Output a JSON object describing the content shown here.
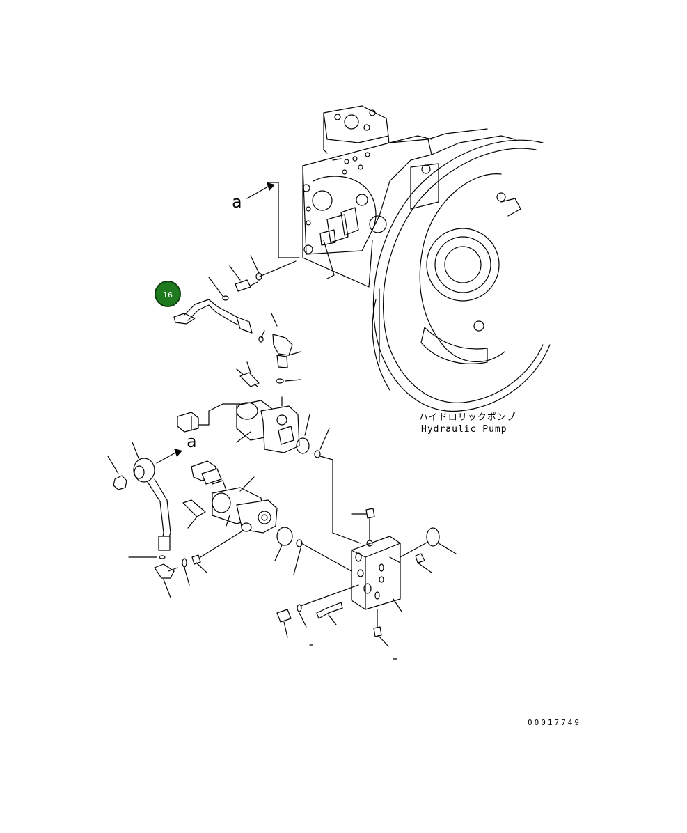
{
  "labels": {
    "view_marker_top": "a",
    "view_marker_mid": "a",
    "pump_label_jp": "ハイドロリックポンプ",
    "pump_label_en": "Hydraulic Pump",
    "drawing_number": "00017749"
  },
  "callout": {
    "number": "16",
    "color": "#1f7a1f",
    "ring_color": "#0d3d0d"
  }
}
